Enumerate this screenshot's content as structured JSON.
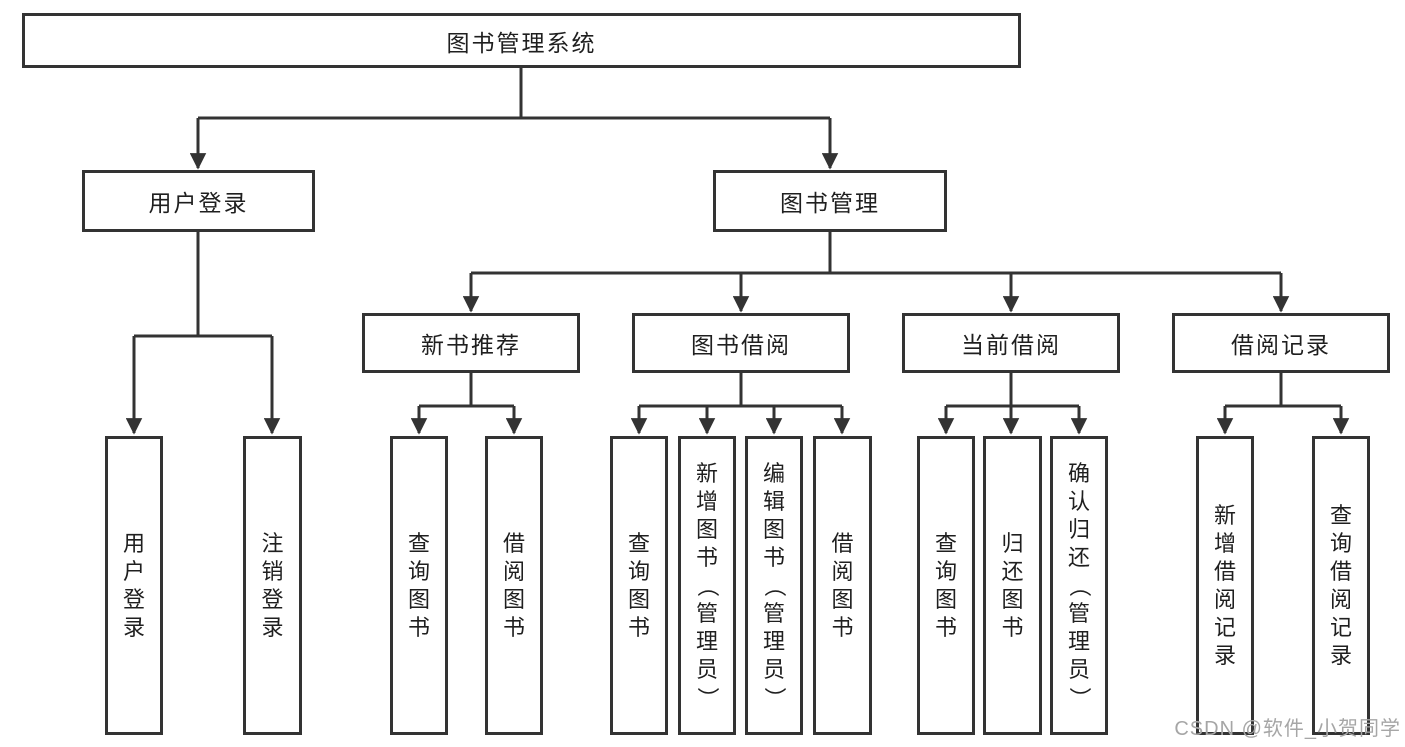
{
  "tree": {
    "root": "图书管理系统",
    "branches": [
      {
        "label": "用户登录",
        "leaves": [
          "用户登录",
          "注销登录"
        ]
      },
      {
        "label": "图书管理",
        "groups": [
          {
            "label": "新书推荐",
            "leaves": [
              "查询图书",
              "借阅图书"
            ]
          },
          {
            "label": "图书借阅",
            "leaves": [
              "查询图书",
              "新增图书（管理员）",
              "编辑图书（管理员）",
              "借阅图书"
            ]
          },
          {
            "label": "当前借阅",
            "leaves": [
              "查询图书",
              "归还图书",
              "确认归还（管理员）"
            ]
          },
          {
            "label": "借阅记录",
            "leaves": [
              "新增借阅记录",
              "查询借阅记录"
            ]
          }
        ]
      }
    ]
  },
  "colors": {
    "line": "#333333",
    "box_border": "#333333",
    "text": "#1f1f1f",
    "watermark": "#a6a6a6",
    "background": "#ffffff"
  },
  "watermark": "CSDN @软件_小贺同学"
}
